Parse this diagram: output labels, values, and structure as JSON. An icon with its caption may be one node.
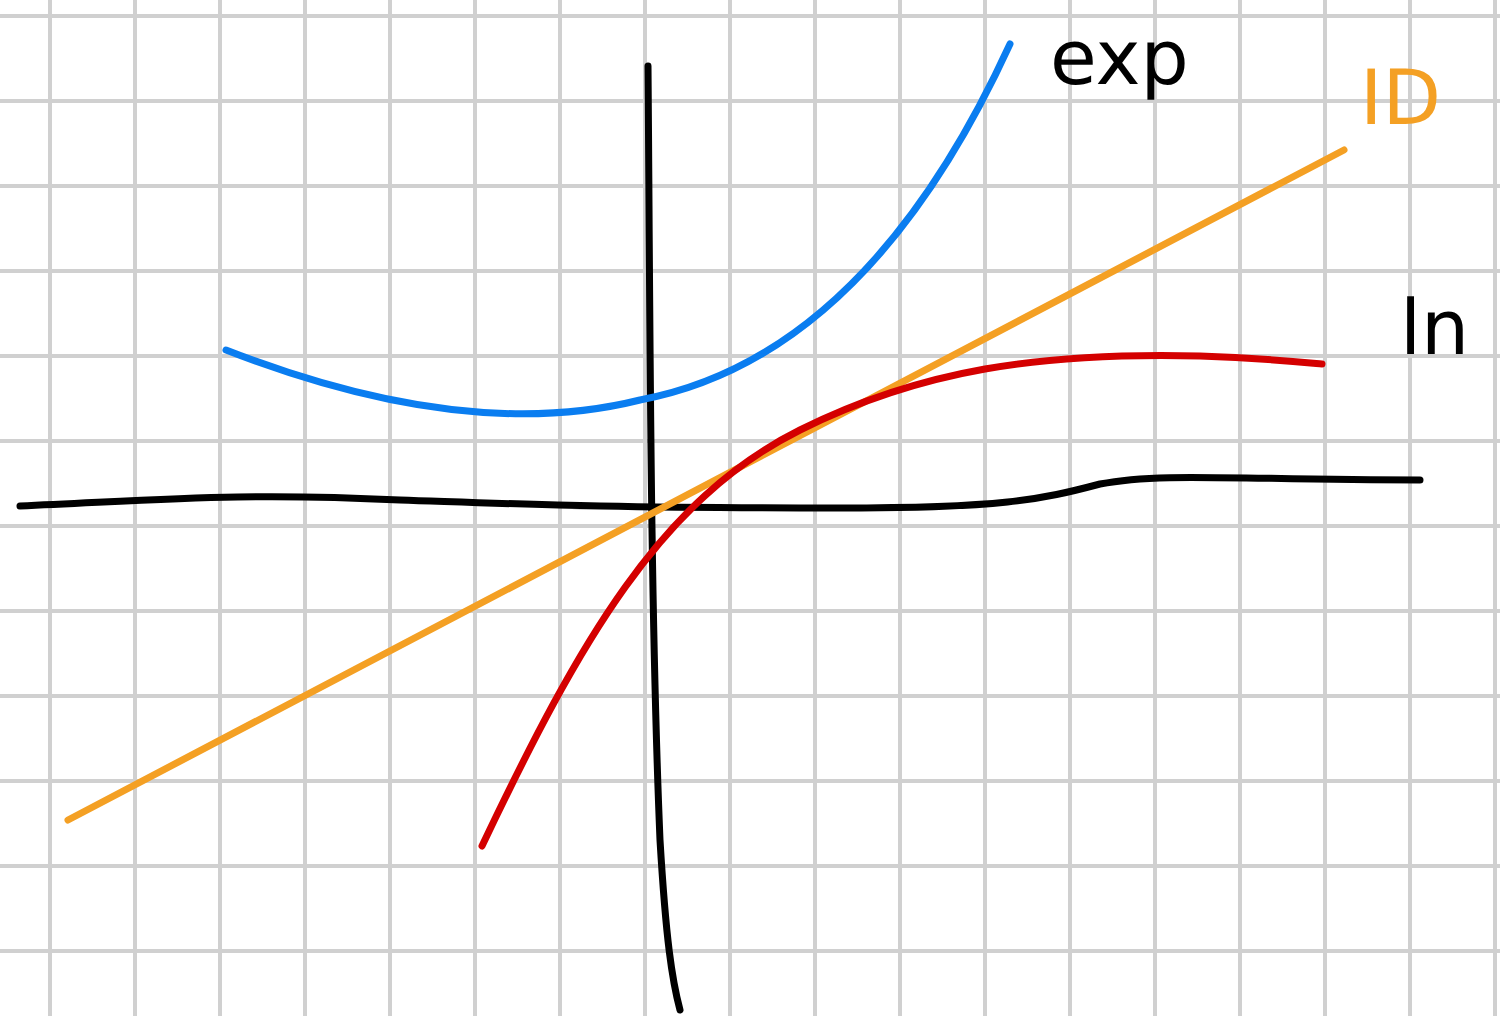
{
  "diagram": {
    "labels": [
      "exp",
      "ID",
      "ln"
    ]
  }
}
